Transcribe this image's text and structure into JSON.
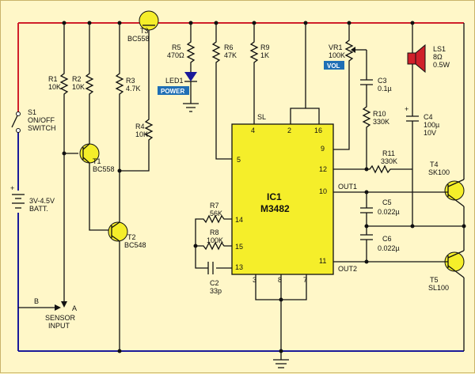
{
  "ic": {
    "name": "IC1",
    "part": "M3482",
    "pins": {
      "p2": "2",
      "p16": "16",
      "p4": "4",
      "sl": "SL",
      "p5": "5",
      "p9": "9",
      "p12": "12",
      "p10": "10",
      "out1": "OUT1",
      "p14": "14",
      "p15": "15",
      "p13": "13",
      "p11": "11",
      "out2": "OUT2",
      "p3": "3",
      "p8": "8",
      "p7": "7"
    }
  },
  "parts": {
    "r1": {
      "ref": "R1",
      "val": "10K"
    },
    "r2": {
      "ref": "R2",
      "val": "10K"
    },
    "r3": {
      "ref": "R3",
      "val": "4.7K"
    },
    "r4": {
      "ref": "R4",
      "val": "10K"
    },
    "r5": {
      "ref": "R5",
      "val": "470Ω"
    },
    "r6": {
      "ref": "R6",
      "val": "47K"
    },
    "r7": {
      "ref": "R7",
      "val": "56K"
    },
    "r8": {
      "ref": "R8",
      "val": "100K"
    },
    "r9": {
      "ref": "R9",
      "val": "1K"
    },
    "r10": {
      "ref": "R10",
      "val": "330K"
    },
    "r11": {
      "ref": "R11",
      "val": "330K"
    },
    "vr1": {
      "ref": "VR1",
      "val": "100K",
      "tag": "VOL"
    },
    "c2": {
      "ref": "C2",
      "val": "33p"
    },
    "c3": {
      "ref": "C3",
      "val": "0.1µ"
    },
    "c4": {
      "ref": "C4",
      "val1": "100µ",
      "val2": "10V"
    },
    "c5": {
      "ref": "C5",
      "val": "0.022µ"
    },
    "c6": {
      "ref": "C6",
      "val": "0.022µ"
    },
    "t1": {
      "ref": "T1",
      "val": "BC558"
    },
    "t2": {
      "ref": "T2",
      "val": "BC548"
    },
    "t3": {
      "ref": "T3",
      "val": "BC558"
    },
    "t4": {
      "ref": "T4",
      "val": "SK100"
    },
    "t5": {
      "ref": "T5",
      "val": "SL100"
    },
    "led1": {
      "ref": "LED1",
      "tag": "POWER"
    },
    "ls1": {
      "ref": "LS1",
      "val1": "8Ω",
      "val2": "0.5W"
    },
    "s1": {
      "ref": "S1",
      "val1": "ON/OFF",
      "val2": "SWITCH"
    },
    "batt": {
      "val1": "3V-4.5V",
      "val2": "BATT."
    },
    "sensor": {
      "a": "A",
      "b": "B",
      "l1": "SENSOR",
      "l2": "INPUT"
    }
  },
  "colors": {
    "background": "#fff7c8",
    "ic_fill": "#f5ee2a",
    "positive_rail": "#d0202a",
    "ground_rail": "#1a1a9a",
    "label_bg": "#1f6fb5",
    "transistor_fill": "#f5ee2a"
  }
}
